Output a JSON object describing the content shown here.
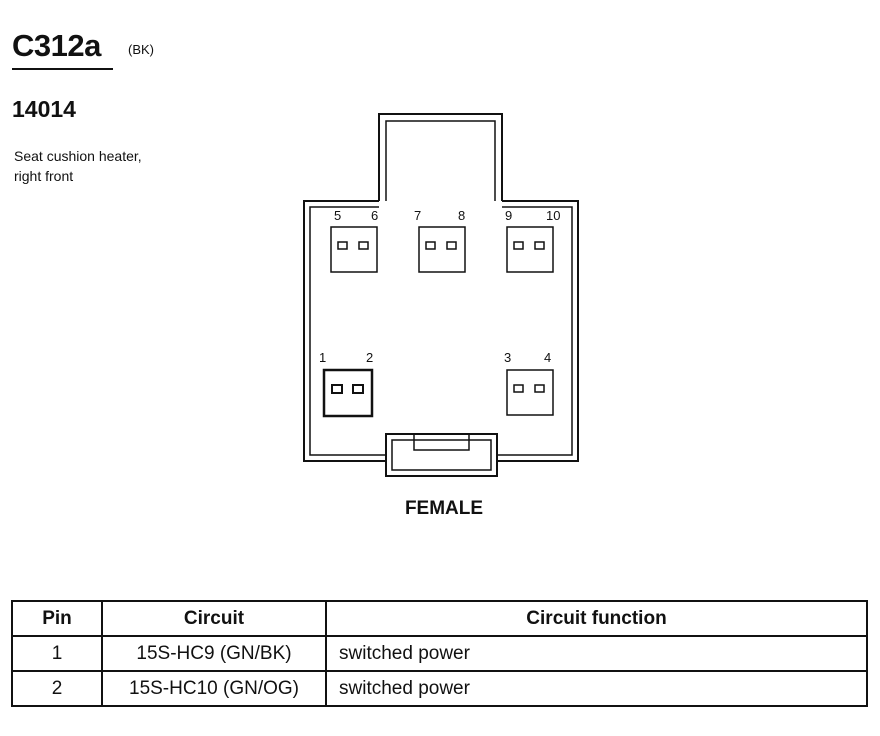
{
  "connector": {
    "code": "C312a",
    "color": "(BK)",
    "part_number": "14014",
    "description": [
      "Seat cushion heater,",
      "right front"
    ],
    "view": "FEMALE",
    "cavity_numbers": [
      "5",
      "6",
      "7",
      "8",
      "9",
      "10",
      "1",
      "2",
      "3",
      "4"
    ]
  },
  "pin_table": {
    "headers": [
      "Pin",
      "Circuit",
      "Circuit function"
    ],
    "rows": [
      {
        "pin": "1",
        "circuit": "15S-HC9 (GN/BK)",
        "function": "switched power"
      },
      {
        "pin": "2",
        "circuit": "15S-HC10 (GN/OG)",
        "function": "switched power"
      }
    ]
  }
}
